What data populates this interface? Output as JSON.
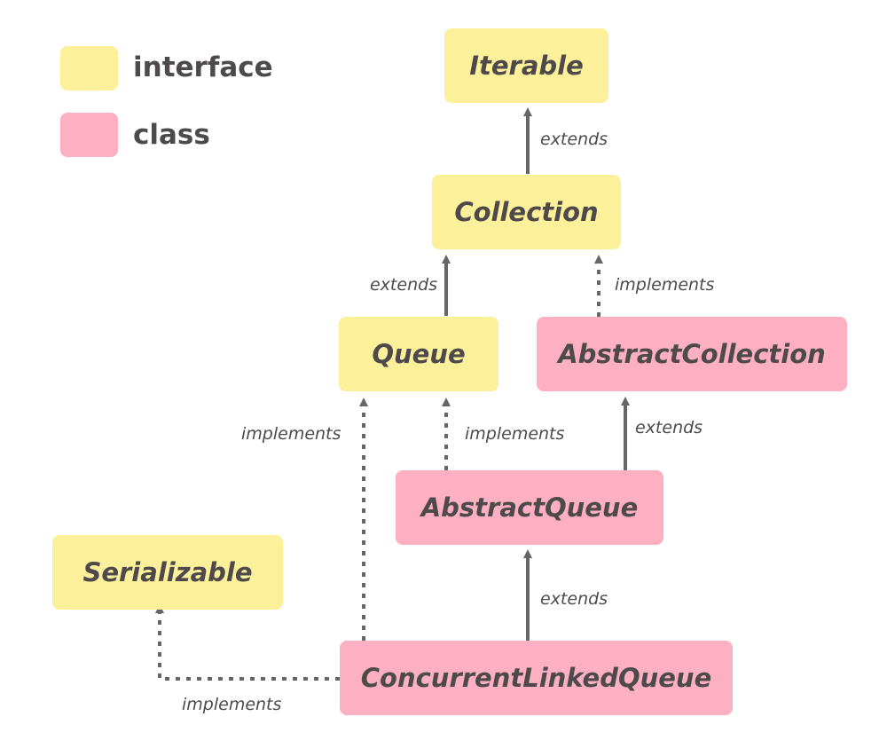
{
  "colors": {
    "interface": "#fcf09a",
    "class": "#fdb0c2",
    "text": "#4e4a4b",
    "arrow": "#666666"
  },
  "legend": {
    "interface_label": "interface",
    "class_label": "class"
  },
  "nodes": {
    "iterable": "Iterable",
    "collection": "Collection",
    "queue": "Queue",
    "abstract_collection": "AbstractCollection",
    "abstract_queue": "AbstractQueue",
    "serializable": "Serializable",
    "concurrent_linked_queue": "ConcurrentLinkedQueue"
  },
  "edges": {
    "collection_extends_iterable": "extends",
    "queue_extends_collection": "extends",
    "abstractcollection_implements_collection": "implements",
    "abstractqueue_implements_queue": "implements",
    "abstractqueue_extends_abstractcollection": "extends",
    "clq_implements_queue": "implements",
    "clq_extends_abstractqueue": "extends",
    "clq_implements_serializable": "implements"
  }
}
